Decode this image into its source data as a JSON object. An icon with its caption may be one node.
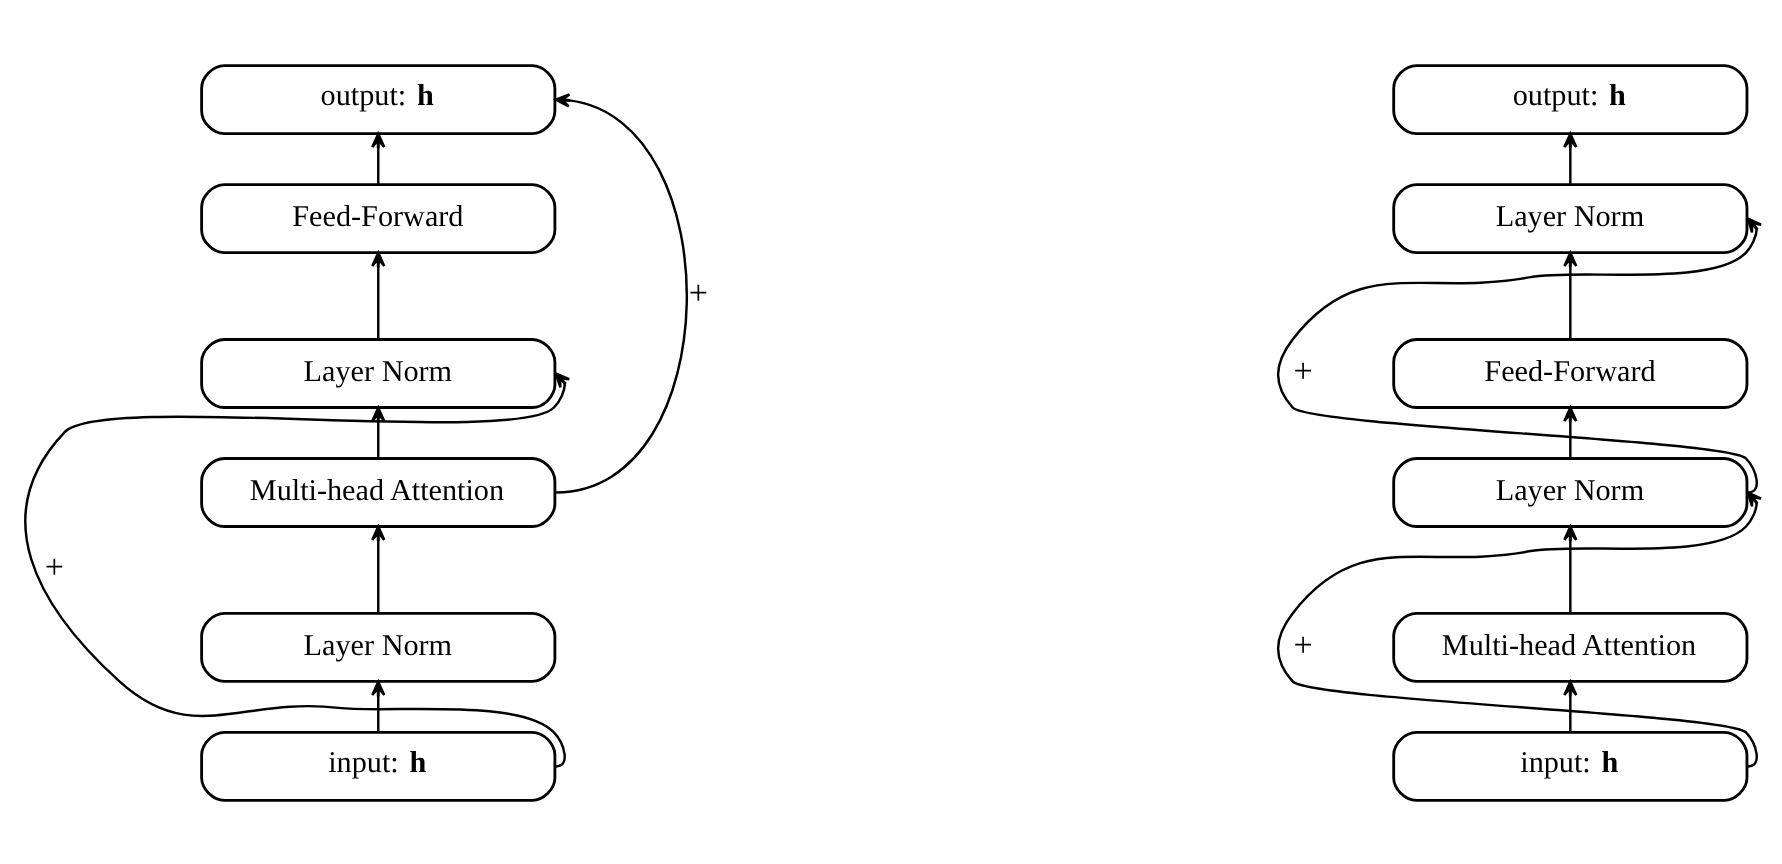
{
  "diagram": {
    "nodes": [
      {
        "text": [
          "output: **h**"
        ]
      },
      {
        "text": [
          "Feed-Forward"
        ]
      },
      {
        "text": [
          "Layer Norm"
        ]
      },
      {
        "text": [
          "Multi-head Attention"
        ]
      },
      {
        "text": [
          "Layer Norm"
        ]
      },
      {
        "text": [
          "input: **h**"
        ]
      },
      {
        "text": [
          "output: **h**"
        ]
      },
      {
        "text": [
          "Layer Norm"
        ]
      },
      {
        "text": [
          "Feed-Forward"
        ]
      },
      {
        "text": [
          "Layer Norm"
        ]
      },
      {
        "text": [
          "Multi-head Attention"
        ]
      },
      {
        "text": [
          "input: **h**"
        ]
      }
    ],
    "edges": [
      {
        "from": 5,
        "to": 4,
        "arrow": "to"
      },
      {
        "from": 4,
        "to": 3,
        "arrow": "to"
      },
      {
        "from": 3,
        "to": 2,
        "arrow": "to"
      },
      {
        "from": 2,
        "to": 1,
        "arrow": "to"
      },
      {
        "from": 1,
        "to": 0,
        "arrow": "to"
      },
      {
        "from": 5,
        "to": 2,
        "arrow": "to",
        "label": "+"
      },
      {
        "from": 3,
        "to": 0,
        "arrow": "to",
        "label": "+"
      },
      {
        "from": 11,
        "to": 10,
        "arrow": "to"
      },
      {
        "from": 10,
        "to": 9,
        "arrow": "to"
      },
      {
        "from": 9,
        "to": 8,
        "arrow": "to"
      },
      {
        "from": 8,
        "to": 7,
        "arrow": "to"
      },
      {
        "from": 7,
        "to": 6,
        "arrow": "to"
      },
      {
        "from": 11,
        "to": 9,
        "arrow": "to",
        "label": "+"
      },
      {
        "from": 9,
        "to": 7,
        "arrow": "to",
        "label": "+"
      }
    ]
  }
}
